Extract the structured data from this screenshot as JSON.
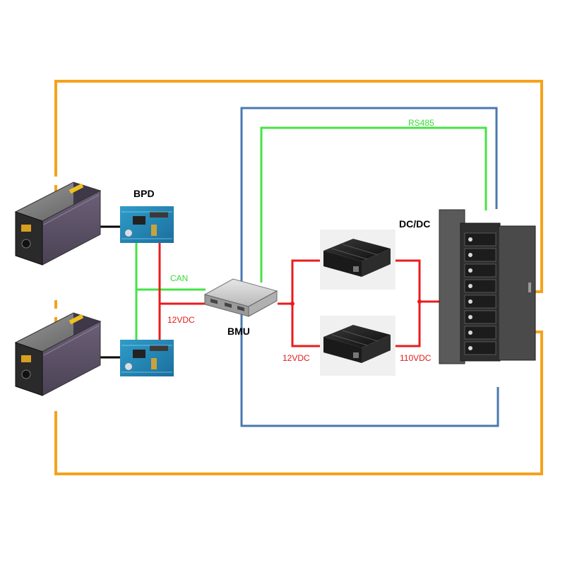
{
  "labels": {
    "bpd": "BPD",
    "bmu": "BMU",
    "dcdc": "DC/DC",
    "can": "CAN",
    "rs485": "RS485",
    "v12_bpd": "12VDC",
    "v12_conv": "12VDC",
    "v110": "110VDC"
  },
  "colors": {
    "power_loop": "#f5a21b",
    "comm_loop": "#4a78b0",
    "can_rs485": "#44e344",
    "dc_power": "#e81c1c",
    "cable": "#000000"
  }
}
